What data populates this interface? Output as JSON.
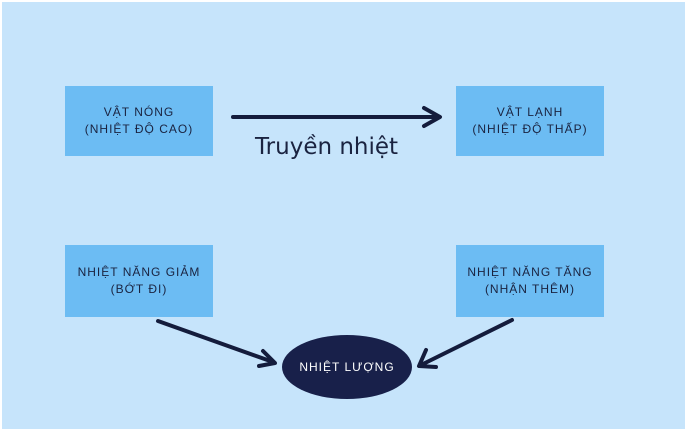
{
  "diagram": {
    "hot_object": {
      "line1": "VẬT NÓNG",
      "line2": "(NHIỆT ĐỘ CAO)"
    },
    "cold_object": {
      "line1": "VẬT LẠNH",
      "line2": "(NHIỆT ĐỘ THẤP)"
    },
    "energy_decrease": {
      "line1": "NHIỆT NĂNG GIẢM",
      "line2": "(BỚT ĐI)"
    },
    "energy_increase": {
      "line1": "NHIỆT NĂNG TĂNG",
      "line2": "(NHẬN THÊM)"
    },
    "heat_quantity": "NHIỆT LƯỢNG",
    "transfer_label": "Truyền nhiệt"
  },
  "colors": {
    "background": "#c6e4fb",
    "box": "#6cbcf3",
    "ellipse": "#18204a",
    "arrow": "#141c3c"
  }
}
